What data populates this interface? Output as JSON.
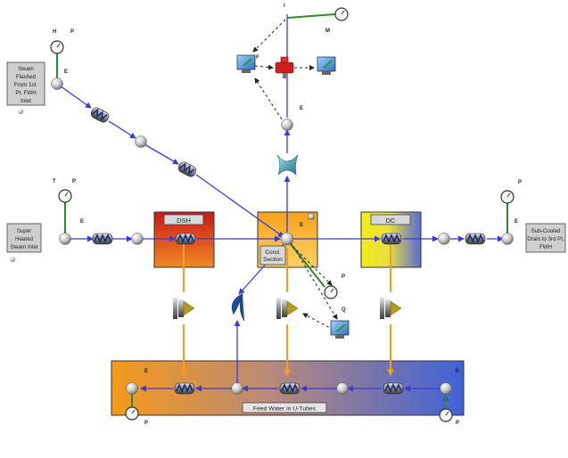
{
  "colors": {
    "flow_line": "#3b3bd9",
    "heat_line": "#f0a020",
    "gauge_stem": "#2e8b2e",
    "box_border": "#333333",
    "label_box_fill": "#d0d0d0",
    "dsh_top": "#cc1818",
    "dsh_bottom": "#f08a24",
    "cond_top": "#f6a21a",
    "cond_bottom": "#ffd166",
    "dc_left": "#f2ec1e",
    "dc_right": "#5b6bd6",
    "tube_left": "#f59a1a",
    "tube_right": "#3f62d8"
  },
  "external": {
    "steam_flashed": [
      "Steam",
      "Flashed",
      "From 1st.",
      "Pt. FWH",
      "Inlet"
    ],
    "super_heated": [
      "Super",
      "Heated",
      "Steam Inlet"
    ],
    "sub_cooled": [
      "Sub-Cooled",
      "Drain to 3rd Pt.",
      "FWH"
    ]
  },
  "sections": {
    "dsh": "DSH",
    "dc": "DC",
    "cond_label": [
      "Cond.",
      "Section"
    ],
    "tubes_label": "Feed Water in U-Tubes"
  },
  "tags": {
    "h": "H",
    "p": "P",
    "t": "T",
    "e": "E",
    "i": "I",
    "m": "M",
    "f": "F",
    "q": "Q"
  }
}
